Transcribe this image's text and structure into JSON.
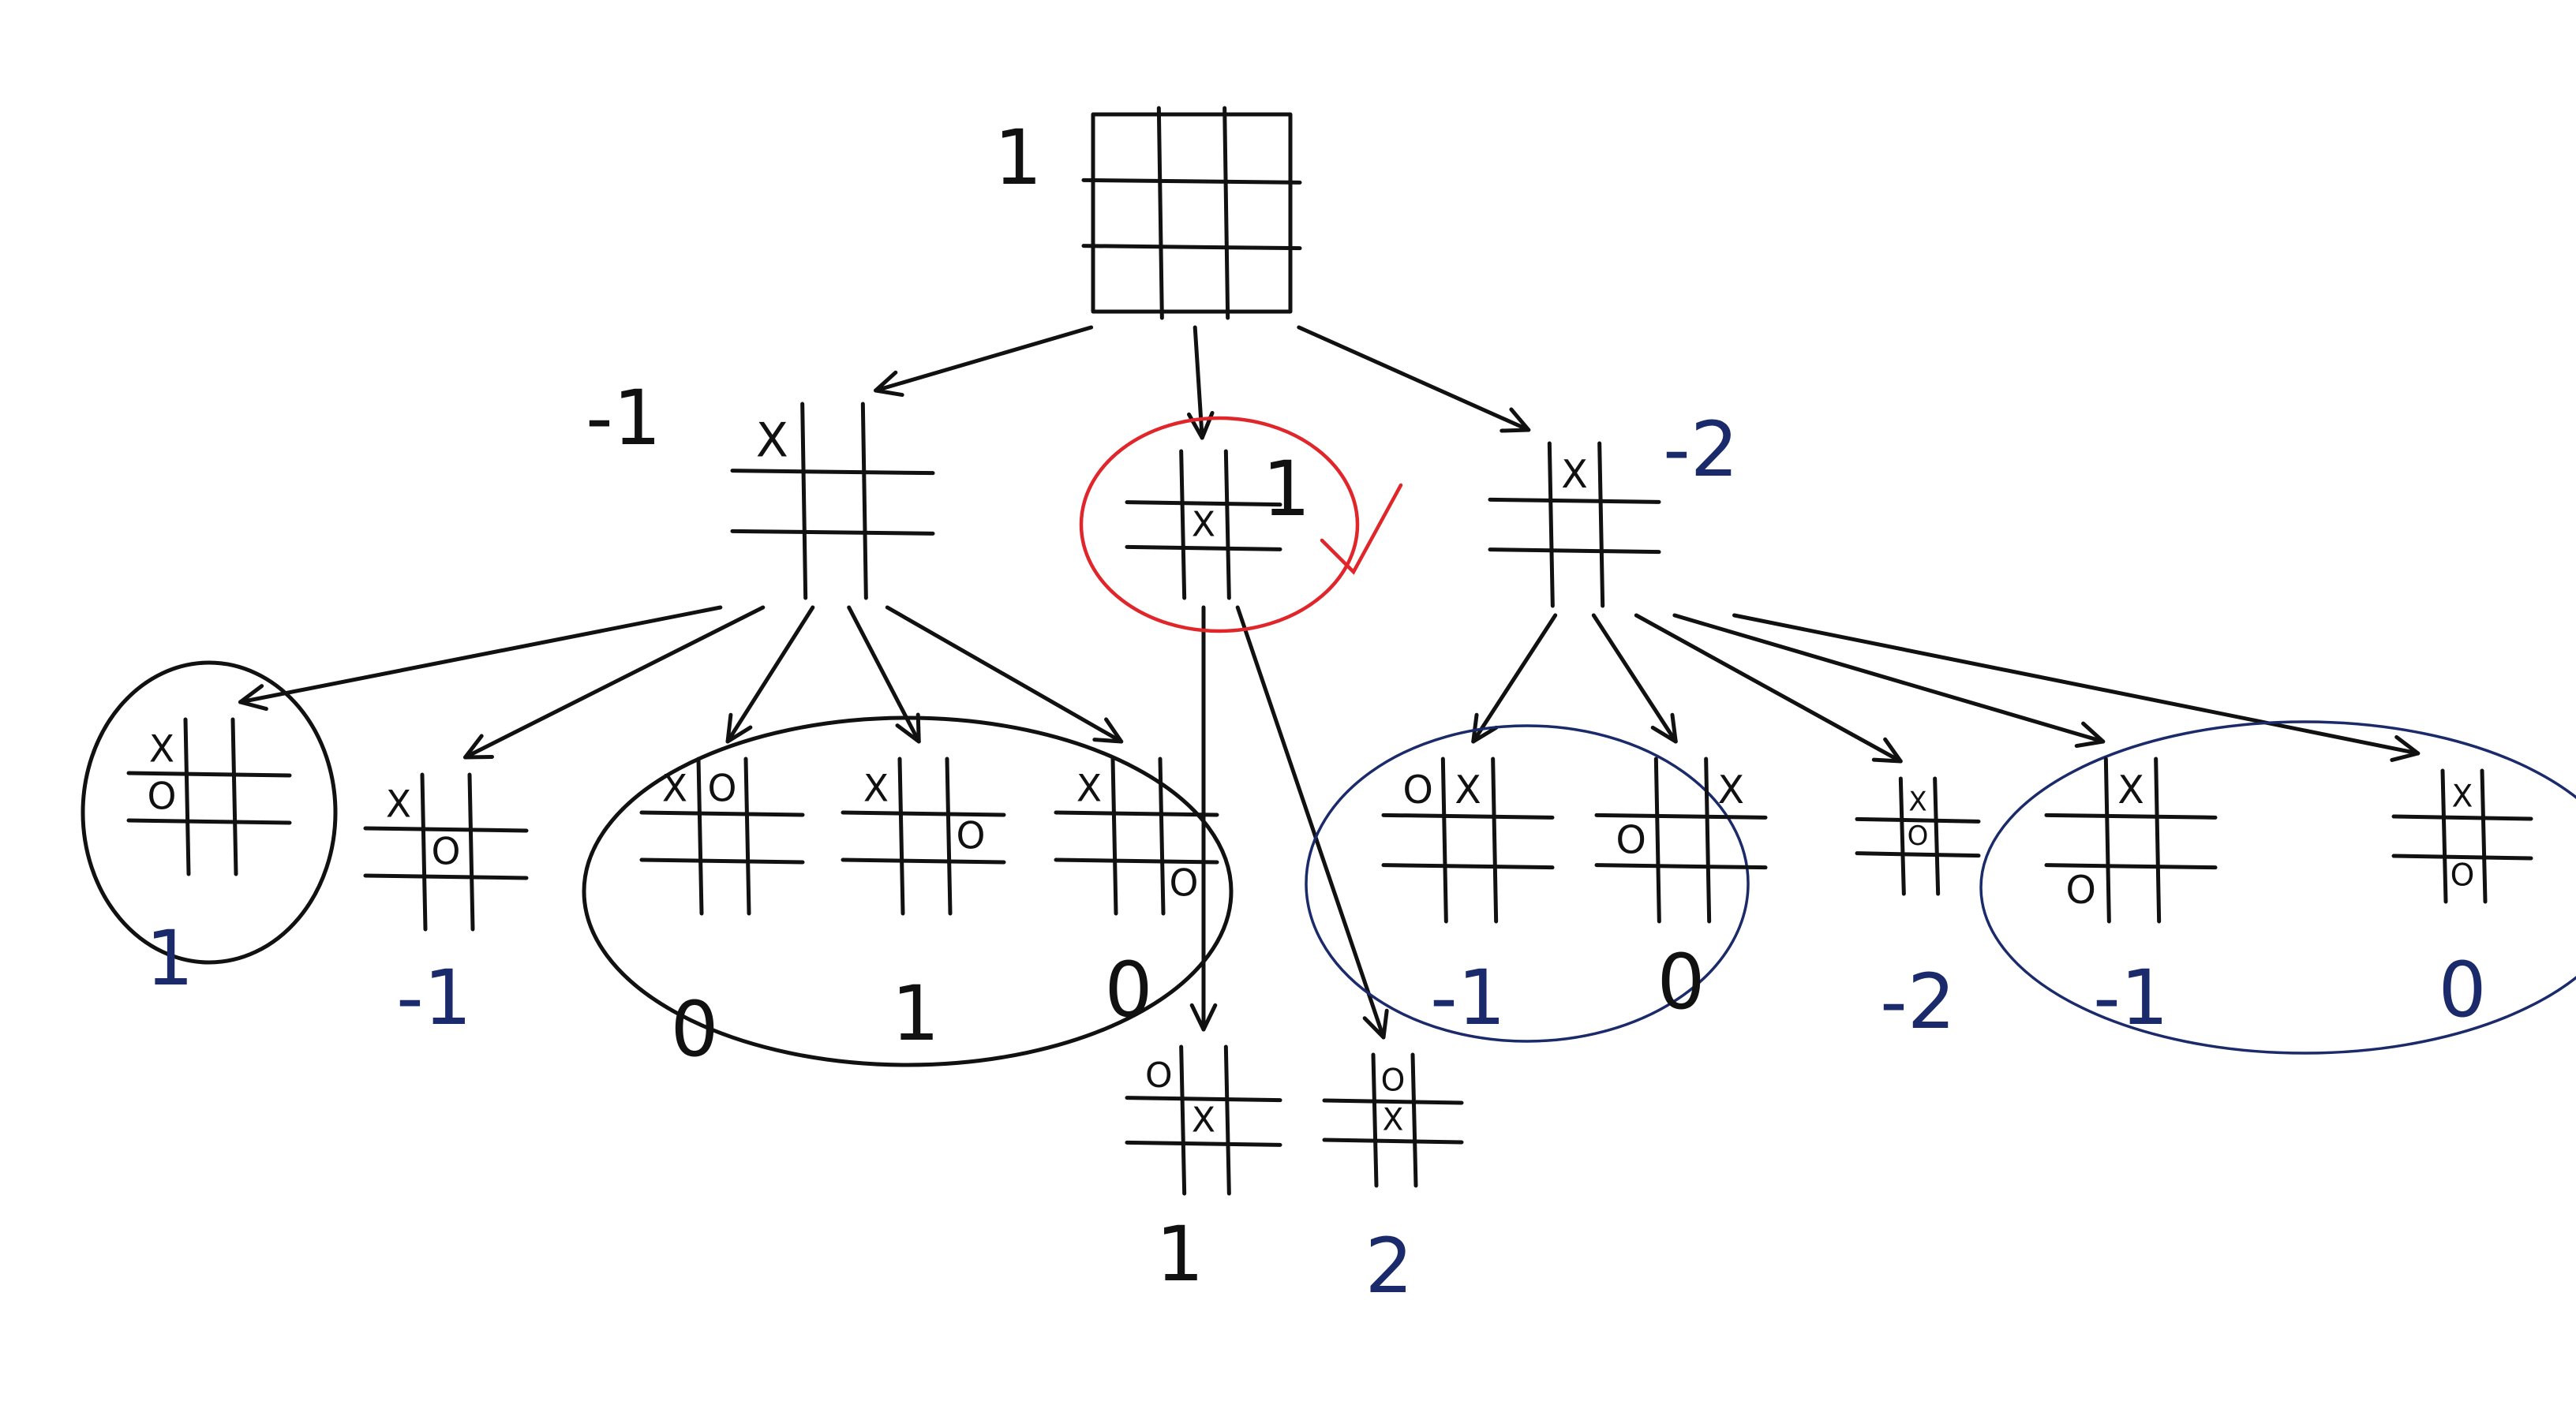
{
  "root": {
    "score": "1"
  },
  "level1": [
    {
      "id": "corner",
      "score": "-1",
      "cells": [
        "X",
        "",
        "",
        "",
        "",
        "",
        "",
        "",
        ""
      ]
    },
    {
      "id": "center",
      "score": "1",
      "cells": [
        "",
        "",
        "",
        "",
        "X",
        "",
        "",
        "",
        ""
      ],
      "highlight": "#e0262b"
    },
    {
      "id": "edge",
      "score": "-2",
      "cells": [
        "",
        "X",
        "",
        "",
        "",
        "",
        "",
        "",
        ""
      ]
    }
  ],
  "level2": [
    {
      "id": "c1",
      "parent": "corner",
      "score": "1",
      "cells": [
        "X",
        "",
        "",
        "O",
        "",
        "",
        "",
        "",
        ""
      ]
    },
    {
      "id": "c2",
      "parent": "corner",
      "score": "-1",
      "cells": [
        "X",
        "",
        "",
        "",
        "O",
        "",
        "",
        "",
        ""
      ]
    },
    {
      "id": "c3",
      "parent": "corner",
      "score": "0",
      "cells": [
        "X",
        "O",
        "",
        "",
        "",
        "",
        "",
        "",
        ""
      ]
    },
    {
      "id": "c4",
      "parent": "corner",
      "score": "1",
      "cells": [
        "X",
        "",
        "",
        "",
        "",
        "O",
        "",
        "",
        ""
      ]
    },
    {
      "id": "c5",
      "parent": "corner",
      "score": "0",
      "cells": [
        "X",
        "",
        "",
        "",
        "",
        "",
        "",
        "",
        "O"
      ]
    },
    {
      "id": "m1",
      "parent": "center",
      "score": "1",
      "cells": [
        "O",
        "",
        "",
        "",
        "X",
        "",
        "",
        "",
        ""
      ]
    },
    {
      "id": "m2",
      "parent": "center",
      "score": "2",
      "cells": [
        "",
        "O",
        "",
        "",
        "X",
        "",
        "",
        "",
        ""
      ]
    },
    {
      "id": "e1",
      "parent": "edge",
      "score": "-1",
      "cells": [
        "O",
        "X",
        "",
        "",
        "",
        "",
        "",
        "",
        ""
      ]
    },
    {
      "id": "e2",
      "parent": "edge",
      "score": "0",
      "cells": [
        "",
        "",
        "X",
        "O",
        "",
        "",
        "",
        "",
        ""
      ]
    },
    {
      "id": "e3",
      "parent": "edge",
      "score": "-2",
      "cells": [
        "",
        "X",
        "",
        "",
        "O",
        "",
        "",
        "",
        ""
      ]
    },
    {
      "id": "e4",
      "parent": "edge",
      "score": "-1",
      "cells": [
        "",
        "X",
        "",
        "",
        "",
        "",
        "O",
        "",
        ""
      ]
    },
    {
      "id": "e5",
      "parent": "edge",
      "score": "0",
      "cells": [
        "",
        "X",
        "",
        "",
        "",
        "",
        "",
        "O",
        ""
      ]
    }
  ],
  "colors": {
    "ink": "#111111",
    "blue_ink": "#1a2a6b",
    "highlight": "#e0262b"
  }
}
